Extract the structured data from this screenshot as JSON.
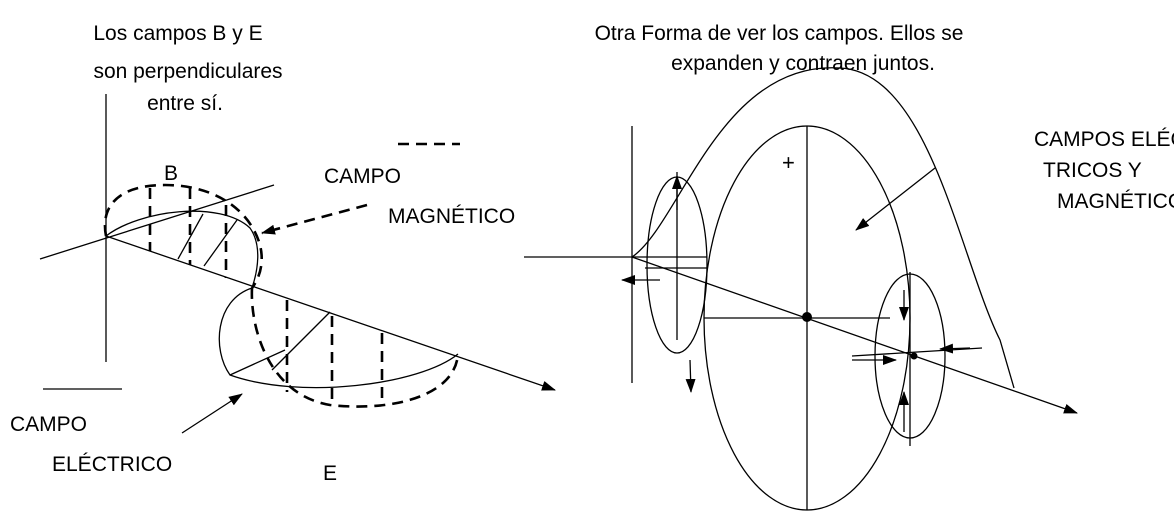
{
  "left_diagram": {
    "caption_lines": [
      "Los campos B y E",
      "son perpendiculares",
      "entre sí."
    ],
    "legend_dashed_label_lines": [
      "CAMPO",
      "MAGNÉTICO"
    ],
    "legend_solid_label_lines": [
      "CAMPO",
      "ELÉCTRICO"
    ],
    "axis_label_b": "B",
    "axis_label_e": "E"
  },
  "right_diagram": {
    "caption_lines": [
      "Otra Forma de ver los campos. Ellos se",
      "expanden y contraen juntos."
    ],
    "fields_label_lines": [
      "CAMPOS ELÉC-",
      "TRICOS Y",
      "MAGNÉTICOS"
    ],
    "plus_sign": "+"
  }
}
